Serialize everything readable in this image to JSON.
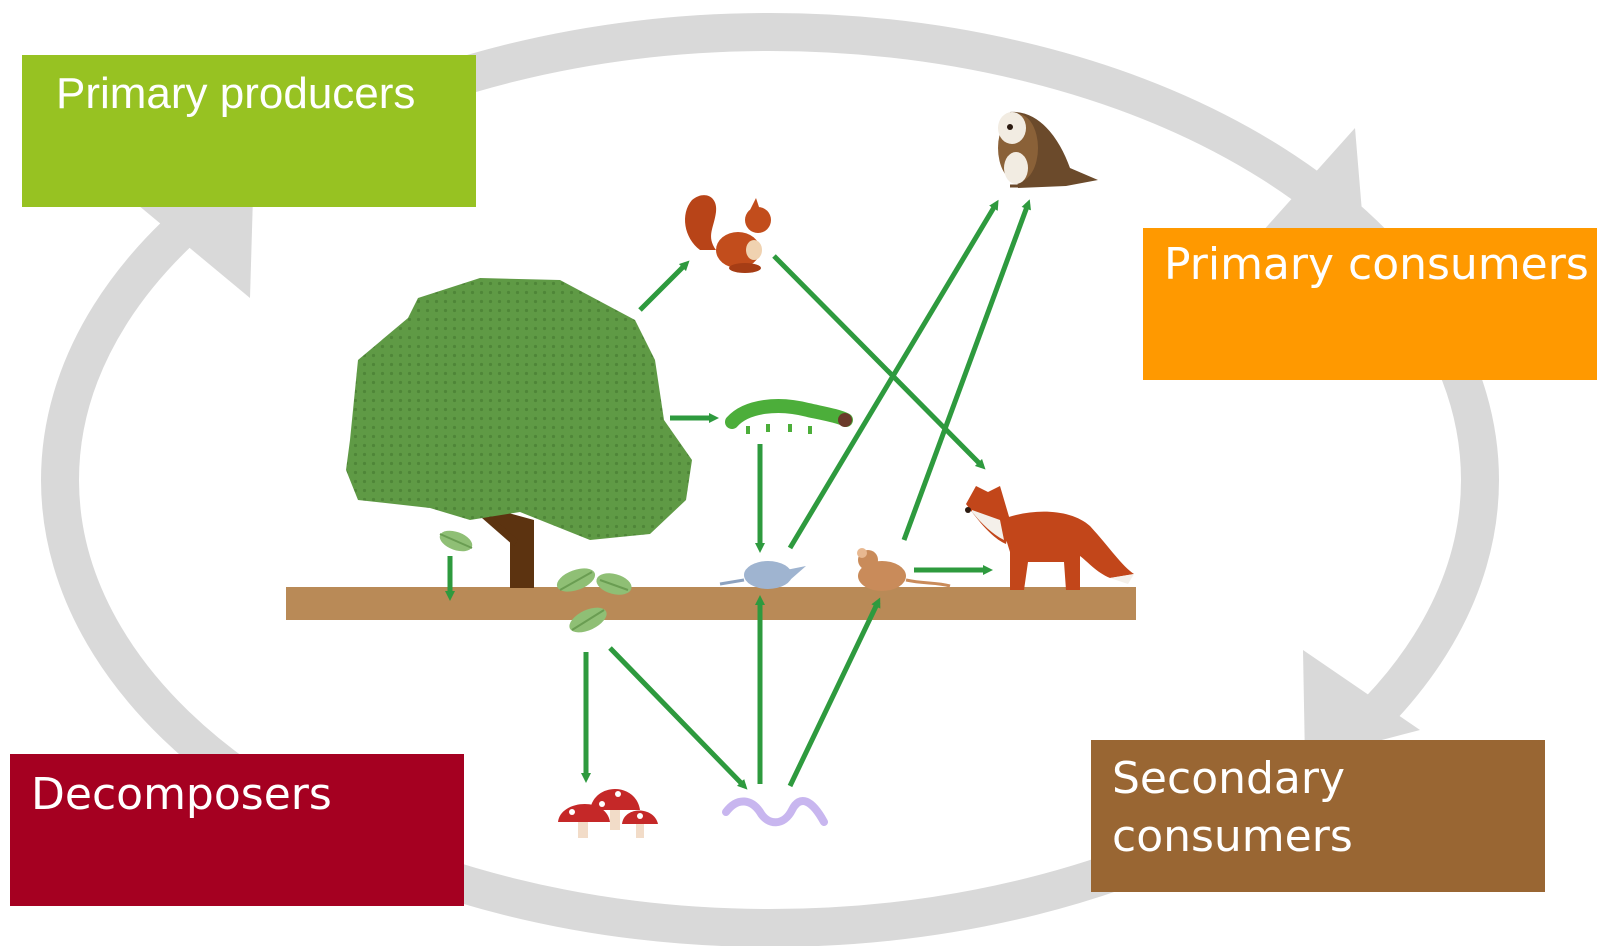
{
  "labels": {
    "primary_producers": "Primary producers",
    "primary_consumers": "Primary consumers",
    "secondary_consumers": "Secondary consumers",
    "decomposers": "Decomposers"
  },
  "colors": {
    "primary_producers": "#97c222",
    "primary_consumers": "#ff9900",
    "secondary_consumers": "#996633",
    "decomposers": "#a50021",
    "cycle_ring": "#d9d9d9",
    "flow_arrow": "#2e9a3e",
    "ground": "#b98a57",
    "tree_canopy": "#5f9a45",
    "tree_trunk": "#5c3310"
  },
  "icons": {
    "tree": "tree-icon",
    "squirrel": "squirrel-icon",
    "caterpillar": "caterpillar-icon",
    "shrew": "shrew-icon",
    "mouse": "mouse-icon",
    "owl": "owl-icon",
    "fox": "fox-icon",
    "leaves": "leaf-icon",
    "mushrooms": "mushroom-icon",
    "worm": "worm-icon"
  }
}
